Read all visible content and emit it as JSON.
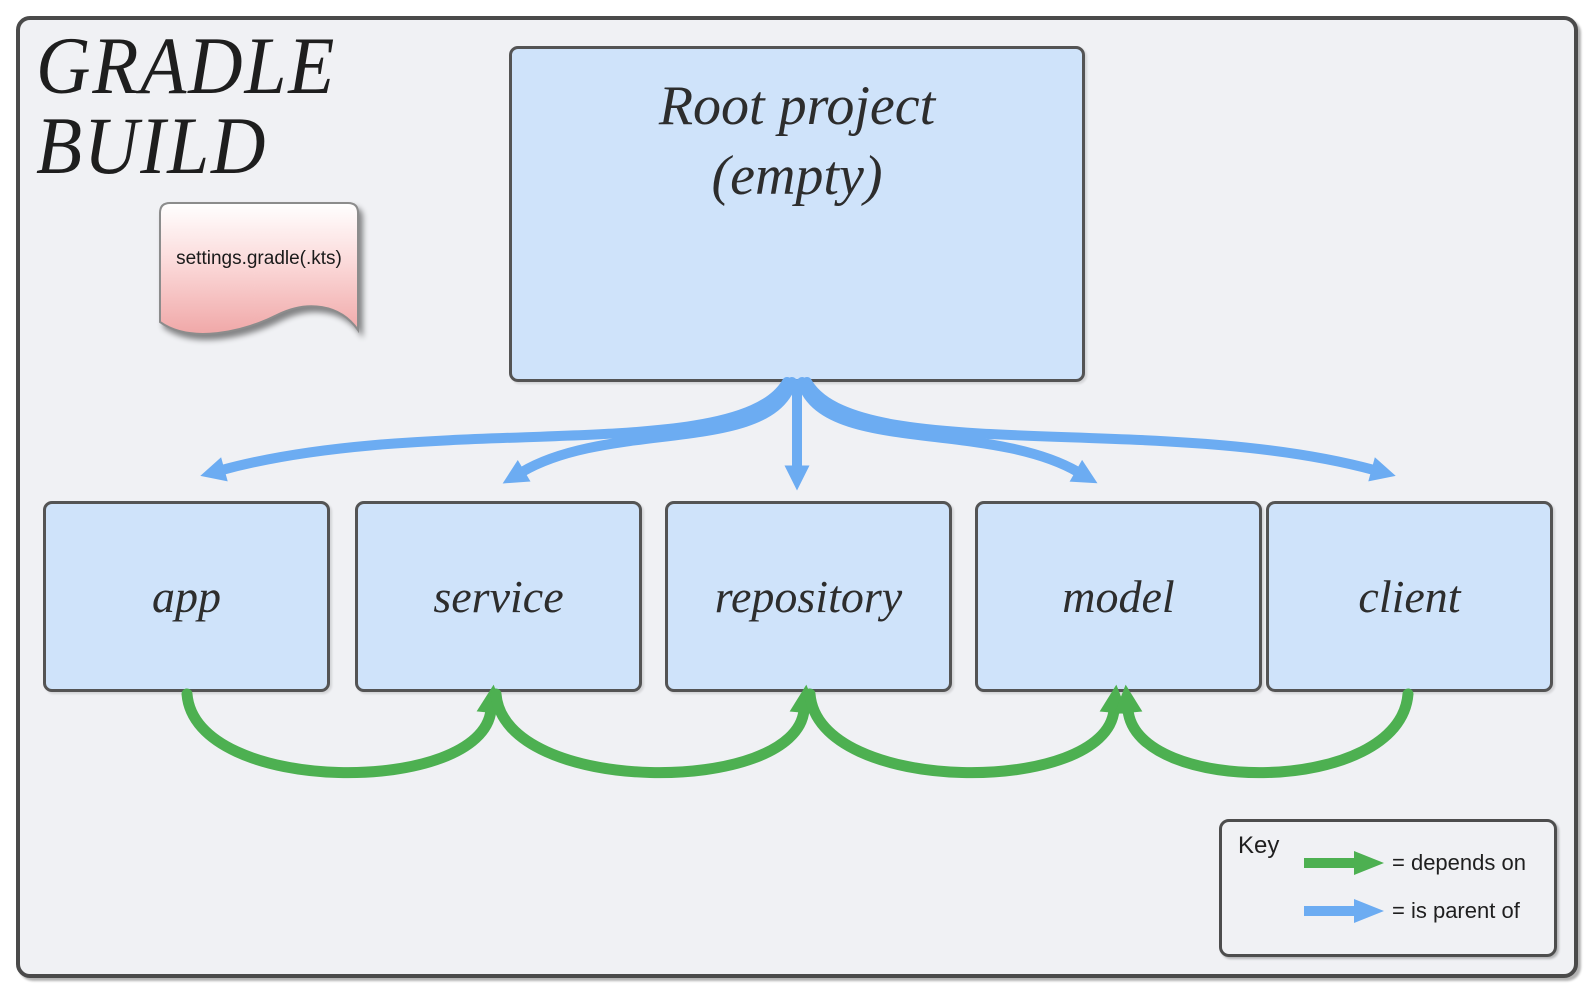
{
  "title": {
    "line1": "GRADLE",
    "line2": "BUILD"
  },
  "note": {
    "label": "settings.gradle(.kts)"
  },
  "nodes": {
    "root": {
      "line1": "Root project",
      "line2": "(empty)"
    },
    "modules": [
      {
        "label": "app"
      },
      {
        "label": "service"
      },
      {
        "label": "repository"
      },
      {
        "label": "model"
      },
      {
        "label": "client"
      }
    ]
  },
  "colors": {
    "depends_on_green": "#4db051",
    "is_parent_of_blue": "#6cacf2",
    "node_fill": "#cfe3fa",
    "node_border": "#545454",
    "board_fill": "#f0f1f4",
    "board_border": "#4a4a4a",
    "note_top": "#ffffff",
    "note_bottom": "#f0a8a8"
  },
  "edges": {
    "is_parent_of": [
      {
        "from": "Root project",
        "to": "app"
      },
      {
        "from": "Root project",
        "to": "service"
      },
      {
        "from": "Root project",
        "to": "repository"
      },
      {
        "from": "Root project",
        "to": "model"
      },
      {
        "from": "Root project",
        "to": "client"
      }
    ],
    "depends_on": [
      {
        "from": "app",
        "to": "service"
      },
      {
        "from": "service",
        "to": "repository"
      },
      {
        "from": "repository",
        "to": "model"
      },
      {
        "from": "client",
        "to": "model"
      }
    ]
  },
  "legend": {
    "title": "Key",
    "items": [
      {
        "label": "= depends on",
        "color": "#4db051"
      },
      {
        "label": "= is parent of",
        "color": "#6cacf2"
      }
    ]
  }
}
